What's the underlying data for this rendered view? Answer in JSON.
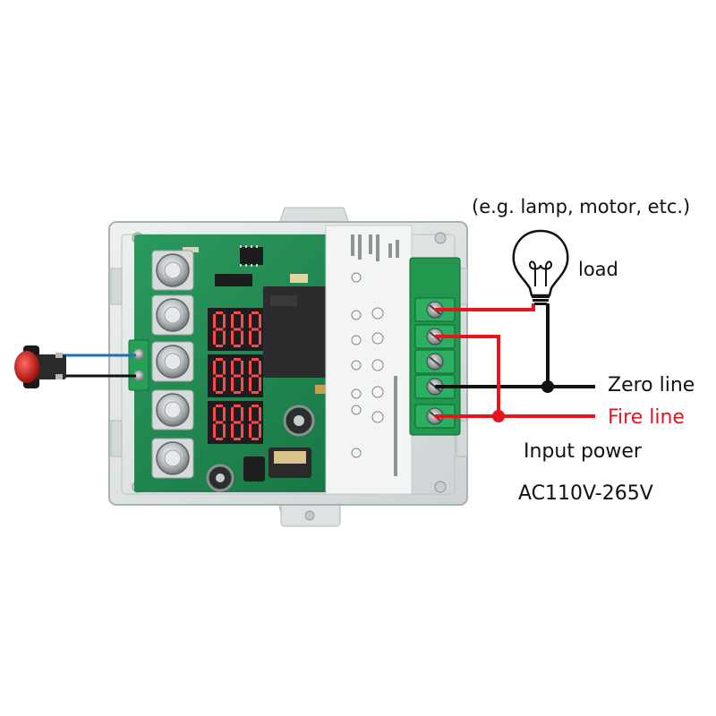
{
  "labels": {
    "load_note": "(e.g. lamp, motor, etc.)",
    "load": "load",
    "zero_line": "Zero line",
    "fire_line": "Fire line",
    "input_power": "Input power",
    "voltage": "AC110V-265V"
  },
  "colors": {
    "fire": "#e8141c",
    "zero": "#111111",
    "switch_wire_top": "#1e6fb5",
    "switch_wire_bottom": "#111111",
    "pcb": "#1f8a52",
    "terminal": "#27a057",
    "display_segment": "#ff4a4a",
    "button_cap": "#c21a12"
  },
  "display": {
    "rows": 3,
    "digits_per_row": 3,
    "digit": "8"
  },
  "icons": {
    "load": "light-bulb-icon",
    "switch": "push-button-icon"
  }
}
